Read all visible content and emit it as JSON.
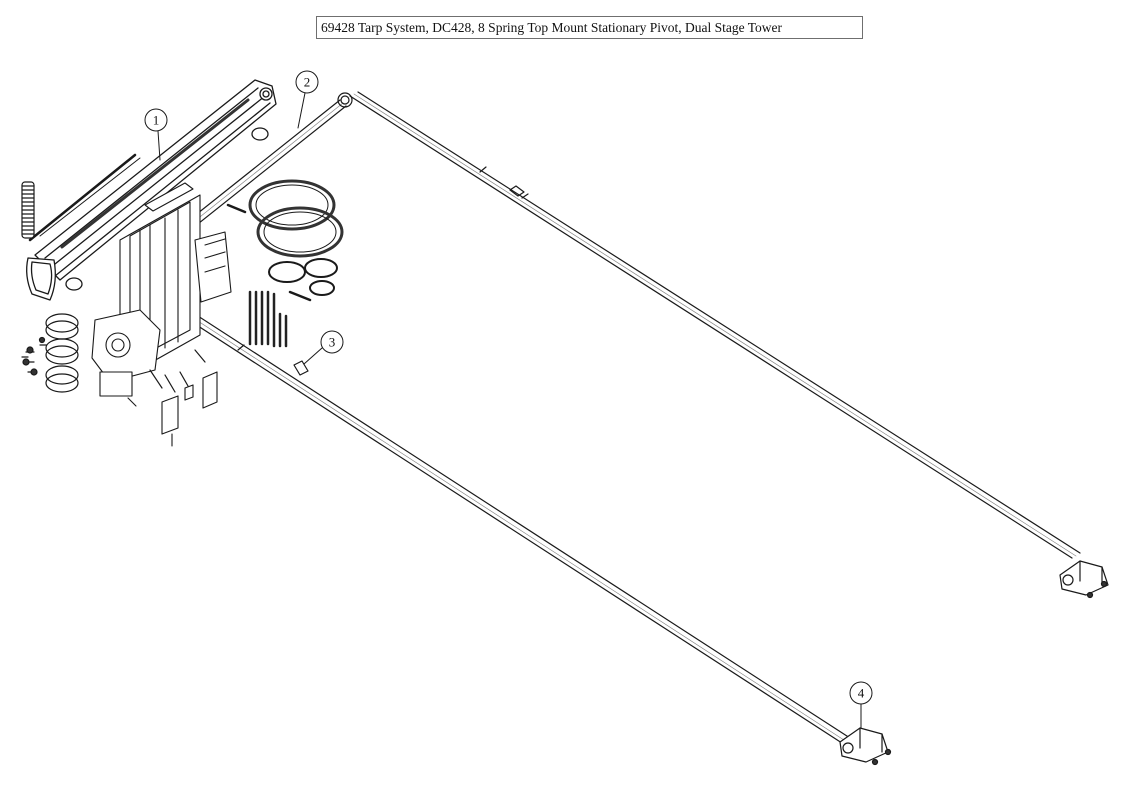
{
  "title": "69428 Tarp System, DC428, 8 Spring Top Mount Stationary Pivot, Dual Stage Tower",
  "callouts": [
    "1",
    "2",
    "3",
    "4"
  ]
}
